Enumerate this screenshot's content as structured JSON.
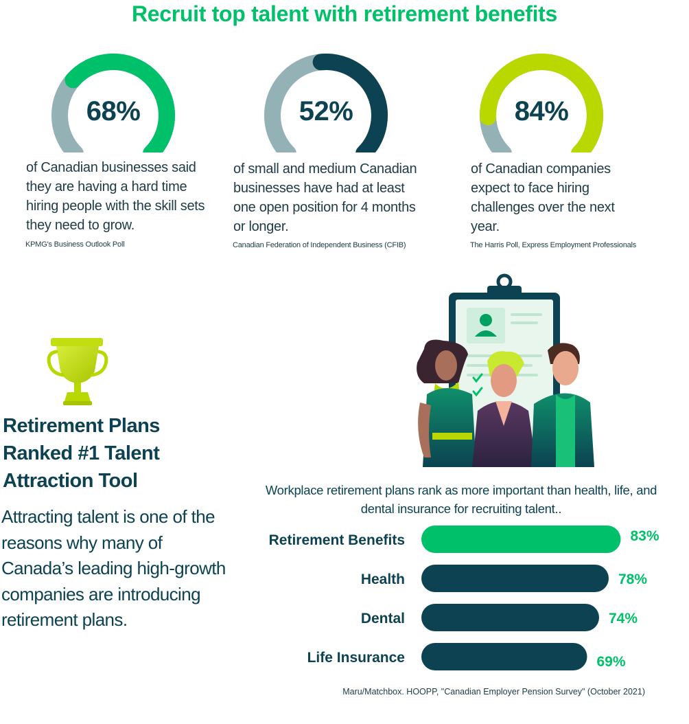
{
  "title": "Recruit top talent with retirement benefits",
  "colors": {
    "brand_green": "#00c06a",
    "dark_teal": "#0c4251",
    "gauge_track": "#94b1b5",
    "lime": "#b9d800"
  },
  "stats": [
    {
      "value": 68,
      "label": "68%",
      "accent": "#00c06a",
      "description": "of Canadian businesses said they are having a hard time hiring people with the skill sets they need to grow.",
      "source": "KPMG's Business Outlook Poll"
    },
    {
      "value": 52,
      "label": "52%",
      "accent": "#0c4251",
      "description": "of small and medium Canadian businesses have had at least one open position for 4 months or longer.",
      "source": "Canadian Federation of Independent Business (CFIB)"
    },
    {
      "value": 84,
      "label": "84%",
      "accent": "#b9d800",
      "description": "of Canadian companies expect to face hiring challenges over the next year.",
      "source": "The Harris Poll, Express Employment Professionals"
    }
  ],
  "left": {
    "heading": "Retirement Plans Ranked #1 Talent Attraction Tool",
    "body": "Attracting talent is one of the reasons why many of Canada’s leading high-growth companies are introducing retirement plans.",
    "icon": "trophy-icon"
  },
  "illustration": {
    "icon": "people-with-clipboard-illustration"
  },
  "chart_data": {
    "type": "bar",
    "orientation": "horizontal",
    "title": "Workplace retirement plans rank as more important than health, life, and dental insurance for recruiting talent..",
    "categories": [
      "Retirement Benefits",
      "Health",
      "Dental",
      "Life Insurance"
    ],
    "values": [
      83,
      78,
      74,
      69
    ],
    "value_labels": [
      "83%",
      "78%",
      "74%",
      "69%"
    ],
    "bar_colors": [
      "#00c06a",
      "#0c4251",
      "#0c4251",
      "#0c4251"
    ],
    "label_colors": [
      "#00c06a",
      "#00c06a",
      "#00c06a",
      "#00c06a"
    ],
    "xlim": [
      0,
      100
    ],
    "grid": false,
    "source": "Maru/Matchbox. HOOPP, \"Canadian Employer Pension Survey\" (October 2021)"
  }
}
